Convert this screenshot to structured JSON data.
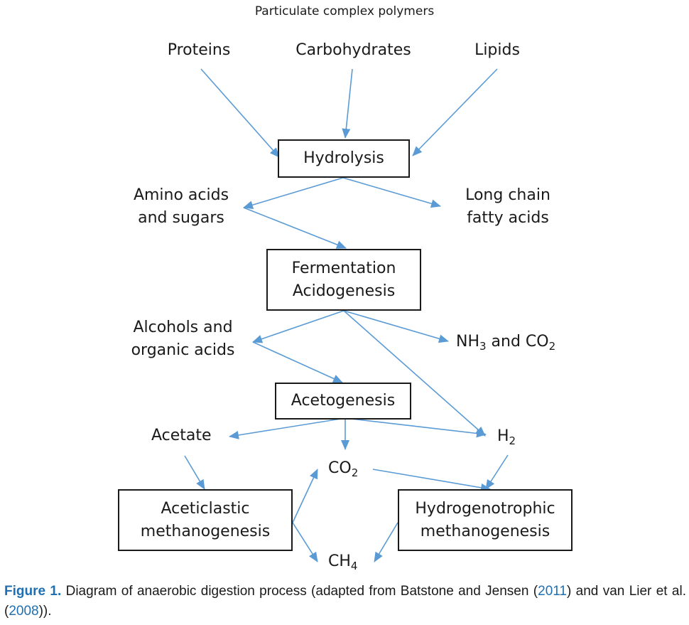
{
  "diagram": {
    "top_label": "Particulate complex polymers",
    "inputs": {
      "proteins": "Proteins",
      "carbohydrates": "Carbohydrates",
      "lipids": "Lipids"
    },
    "process_boxes": {
      "hydrolysis": "Hydrolysis",
      "fermentation_line1": "Fermentation",
      "fermentation_line2": "Acidogenesis",
      "acetogenesis": "Acetogenesis",
      "aceticlastic_line1": "Aceticlastic",
      "aceticlastic_line2": "methanogenesis",
      "hydrogenotrophic_line1": "Hydrogenotrophic",
      "hydrogenotrophic_line2": "methanogenesis"
    },
    "intermediates": {
      "amino_line1": "Amino acids",
      "amino_line2": "and sugars",
      "lcfa_line1": "Long chain",
      "lcfa_line2": "fatty acids",
      "alcohols_line1": "Alcohols and",
      "alcohols_line2": "organic acids",
      "nh3_base": "NH",
      "nh3_sub": "3",
      "nh3_mid": " and CO",
      "nh3_co2_sub": "2",
      "acetate": "Acetate",
      "h2_base": "H",
      "h2_sub": "2",
      "co2_base": "CO",
      "co2_sub": "2",
      "ch4_base": "CH",
      "ch4_sub": "4"
    },
    "arrow_color": "#5b9bd5"
  },
  "caption": {
    "figure_label": "Figure 1.",
    "text_before": " Diagram of anaerobic digestion process (adapted from Batstone and Jensen (",
    "ref1": "2011",
    "text_middle": ") and van Lier et al. (",
    "ref2": "2008",
    "text_after": "))."
  }
}
